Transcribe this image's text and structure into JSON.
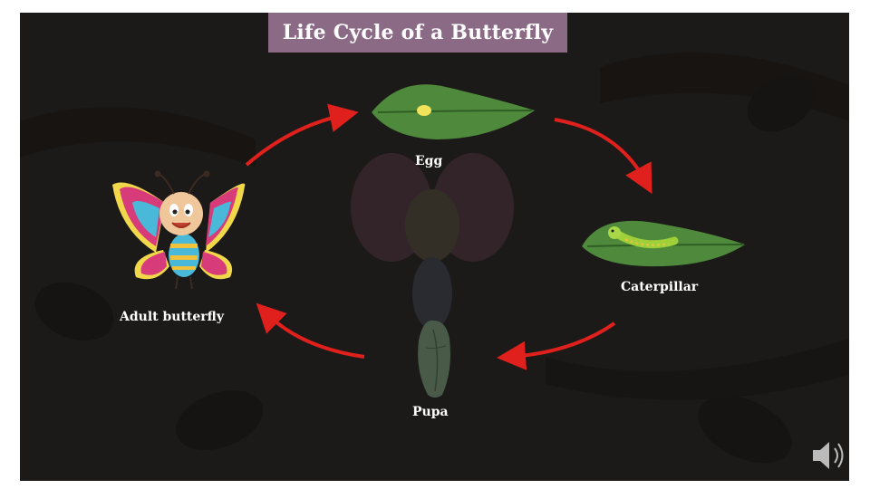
{
  "title": "Life Cycle of a Butterfly",
  "stages": {
    "egg": "Egg",
    "caterpillar": "Caterpillar",
    "pupa": "Pupa",
    "adult": "Adult butterfly"
  },
  "colors": {
    "background": "#1c1a18",
    "title_bar": "#8a6a84",
    "arrow": "#e0201c",
    "leaf": "#4f8a3c"
  },
  "icons": [
    "speaker-icon"
  ]
}
